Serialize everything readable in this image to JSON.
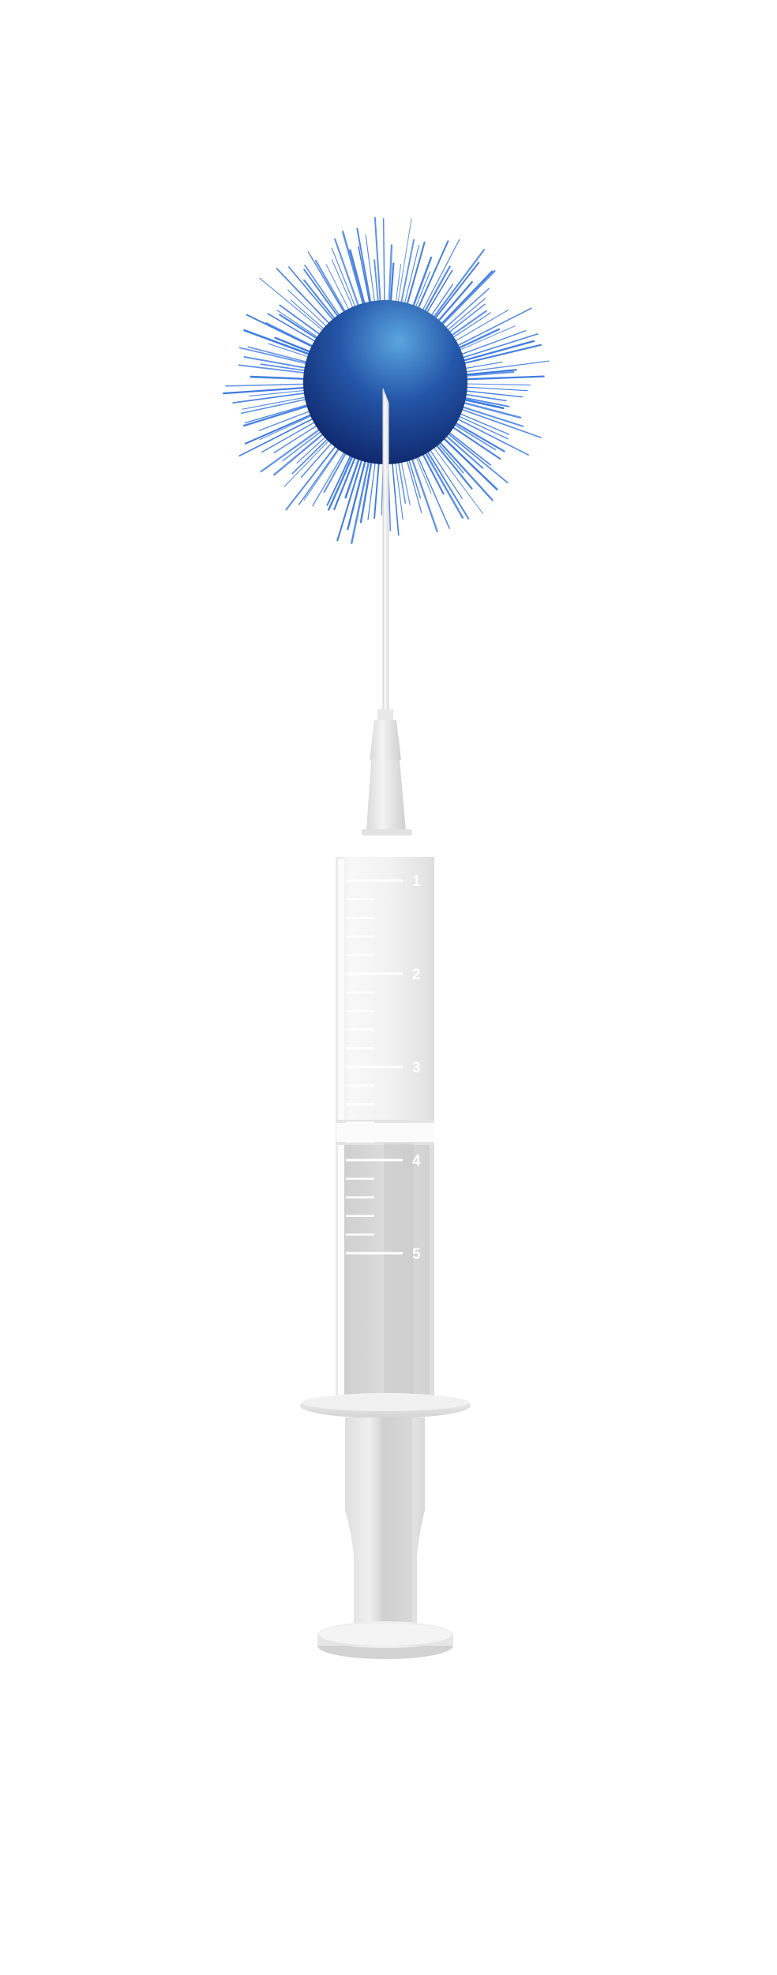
{
  "syringe": {
    "scale_labels": [
      "1",
      "2",
      "3",
      "4",
      "5"
    ]
  },
  "colors": {
    "background": "#ffffff",
    "virus_core_light": "#4a8fd4",
    "virus_core_dark": "#0d2a6b",
    "virus_spikes": "#3a78e0",
    "syringe_barrel": "#eeeeee",
    "syringe_liquid": "#d6d6d6",
    "needle": "#e6e6e6"
  },
  "icons": {
    "virus": "virus-icon",
    "syringe": "syringe-icon"
  }
}
